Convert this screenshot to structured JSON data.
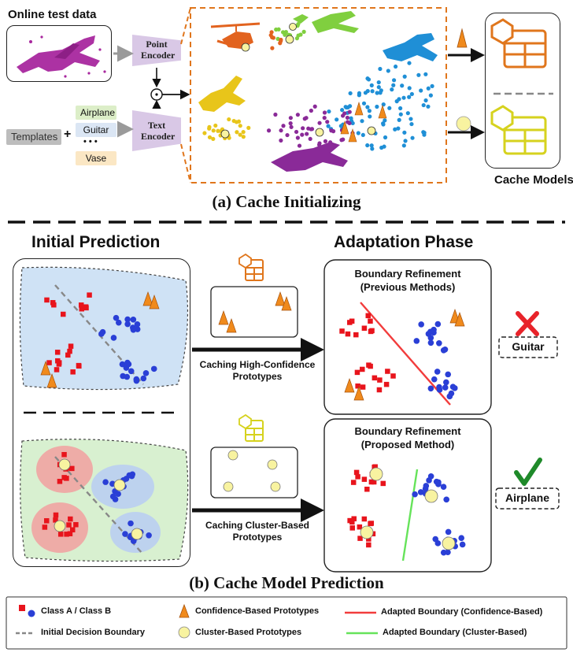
{
  "section_a": {
    "online_title": "Online test data",
    "point_encoder": "Point Encoder",
    "text_encoder": "Text Encoder",
    "templates": "Templates",
    "plus": "+",
    "classes": [
      "Airplane",
      "Guitar",
      "Vase"
    ],
    "ellipsis": "• • •",
    "cache_models": "Cache Models",
    "caption": "(a) Cache Initializing"
  },
  "section_b": {
    "initial_prediction": "Initial Prediction",
    "adaptation_phase": "Adaptation Phase",
    "caching_top": "Caching High-Confidence Prototypes",
    "caching_bottom": "Caching Cluster-Based Prototypes",
    "refine_prev_title": "Boundary Refinement",
    "refine_prev_sub": "(Previous Methods)",
    "refine_prop_title": "Boundary Refinement",
    "refine_prop_sub": "(Proposed Method)",
    "result_top": "Guitar",
    "result_bottom": "Airplane",
    "caption": "(b) Cache Model Prediction"
  },
  "legend": {
    "class_ab": "Class A / Class B",
    "initial_boundary": "Initial Decision Boundary",
    "confidence_prototypes": "Confidence-Based Prototypes",
    "cluster_prototypes": "Cluster-Based Prototypes",
    "adapted_confidence": "Adapted Boundary (Confidence-Based)",
    "adapted_cluster": "Adapted Boundary (Cluster-Based)"
  },
  "colors": {
    "class_a": "#e8141c",
    "class_b": "#2a3fd6",
    "prototype_tri": "#f08a1c",
    "prototype_circle": "#f8f3a0",
    "confidence_line": "#f23c3c",
    "cluster_line": "#66e35a",
    "cache_orange": "#e0761c",
    "cache_yellow": "#d6d21e",
    "wrong": "#e8232a",
    "right": "#1f8a2a"
  }
}
